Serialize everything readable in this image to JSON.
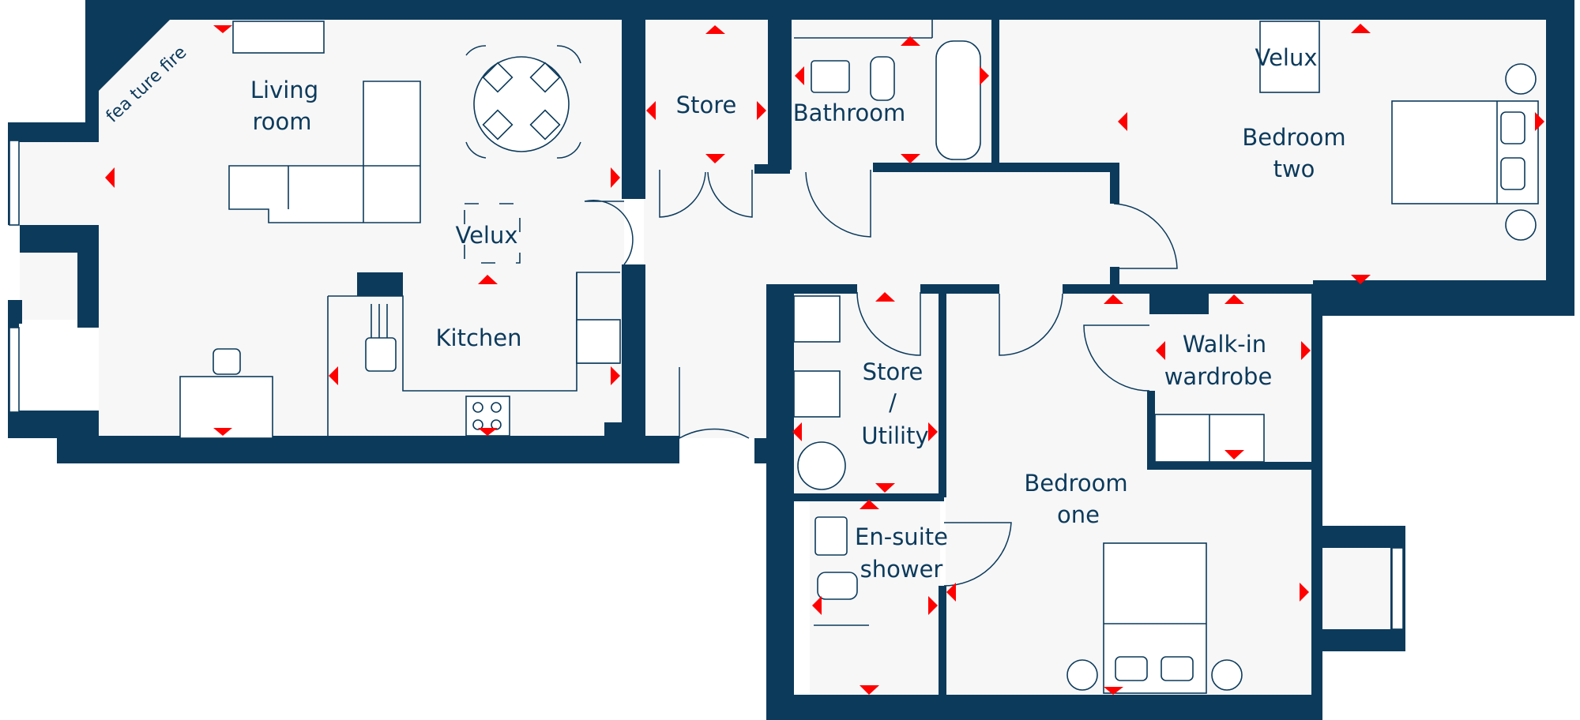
{
  "rooms": {
    "living_room": [
      "Living",
      "room"
    ],
    "feature_fire": "fea ture fire",
    "velux_living": "Velux",
    "kitchen": "Kitchen",
    "store": "Store",
    "bathroom": "Bathroom",
    "velux_bedroom_two": "Velux",
    "bedroom_two": [
      "Bedroom",
      "two"
    ],
    "store_utility": [
      "Store",
      "/",
      "Utility"
    ],
    "walk_in_wardrobe": [
      "Walk-in",
      "wardrobe"
    ],
    "bedroom_one": [
      "Bedroom",
      "one"
    ],
    "en_suite_shower": [
      "En-suite",
      "shower"
    ]
  },
  "colors": {
    "wall": "#0c3a5b",
    "floor": "#f7f7f8",
    "marker": "#ff0000"
  }
}
